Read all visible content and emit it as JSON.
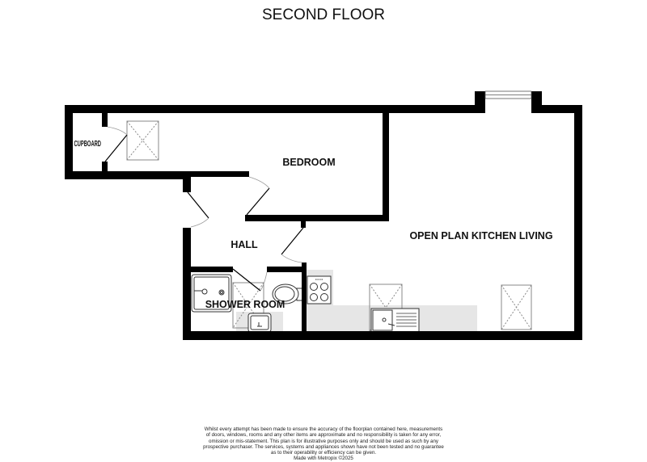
{
  "title": "SECOND FLOOR",
  "rooms": {
    "cupboard": "CUPBOARD",
    "bedroom": "BEDROOM",
    "hall": "HALL",
    "shower_room": "SHOWER ROOM",
    "kitchen_living": "OPEN PLAN KITCHEN LIVING"
  },
  "colors": {
    "wall": "#000000",
    "counter": "#e6e6e6",
    "skylight": "#888888"
  },
  "disclaimer": [
    "Whilst every attempt has been made to ensure the accuracy of the floorplan contained here, measurements",
    "of doors, windows, rooms and any other items are approximate and no responsibility is taken for any error,",
    "omission or mis-statement. This plan is for illustrative purposes only and should be used as such by any",
    "prospective purchaser. The services, systems and appliances shown have not been tested and no guarantee",
    "as to their operability or efficiency can be given.",
    "Made with Metropix ©2025"
  ]
}
